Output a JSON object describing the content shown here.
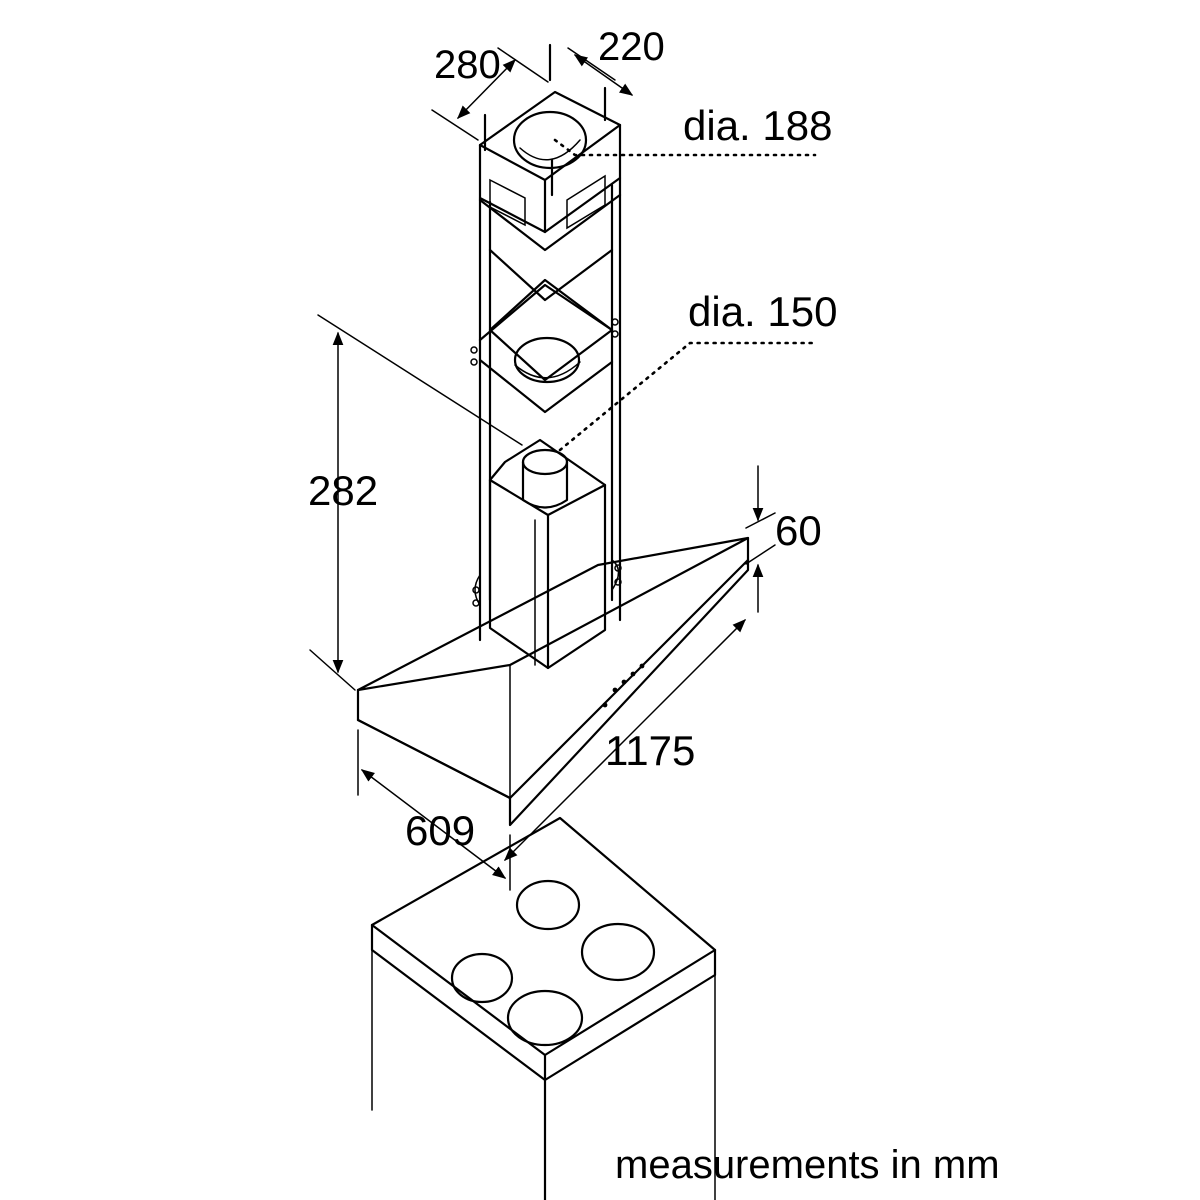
{
  "labels": {
    "chimney_depth": "280",
    "chimney_width": "220",
    "top_outlet_diameter": "dia. 188",
    "motor_outlet_diameter": "dia. 150",
    "chimney_height": "282",
    "canopy_thickness": "60",
    "canopy_width": "1175",
    "canopy_depth": "609"
  },
  "caption": "measurements in mm"
}
